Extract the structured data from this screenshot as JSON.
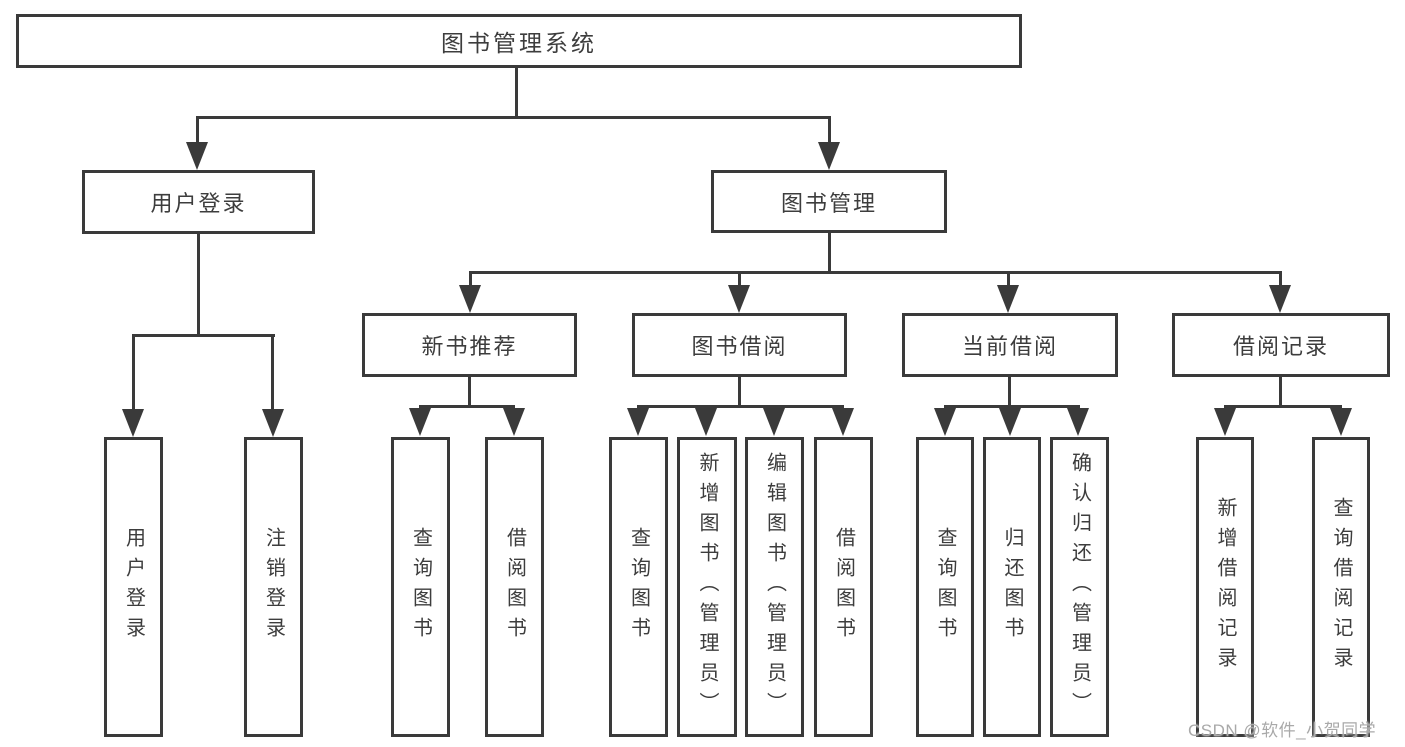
{
  "diagram": {
    "title_node": {
      "label": "图书管理系统"
    },
    "level2": [
      {
        "id": "user-login",
        "label": "用户登录"
      },
      {
        "id": "book-management",
        "label": "图书管理"
      }
    ],
    "level3": [
      {
        "id": "new-book-recommend",
        "label": "新书推荐",
        "parent": "图书管理"
      },
      {
        "id": "book-borrow",
        "label": "图书借阅",
        "parent": "图书管理"
      },
      {
        "id": "current-borrow",
        "label": "当前借阅",
        "parent": "图书管理"
      },
      {
        "id": "borrow-records",
        "label": "借阅记录",
        "parent": "图书管理"
      }
    ],
    "leaves": [
      {
        "parent": "用户登录",
        "label": "用户登录"
      },
      {
        "parent": "用户登录",
        "label": "注销登录"
      },
      {
        "parent": "新书推荐",
        "label": "查询图书"
      },
      {
        "parent": "新书推荐",
        "label": "借阅图书"
      },
      {
        "parent": "图书借阅",
        "label": "查询图书"
      },
      {
        "parent": "图书借阅",
        "label": "新增图书（管理员）"
      },
      {
        "parent": "图书借阅",
        "label": "编辑图书（管理员）"
      },
      {
        "parent": "图书借阅",
        "label": "借阅图书"
      },
      {
        "parent": "当前借阅",
        "label": "查询图书"
      },
      {
        "parent": "当前借阅",
        "label": "归还图书"
      },
      {
        "parent": "当前借阅",
        "label": "确认归还（管理员）"
      },
      {
        "parent": "借阅记录",
        "label": "新增借阅记录"
      },
      {
        "parent": "借阅记录",
        "label": "查询借阅记录"
      }
    ]
  },
  "watermark": {
    "text": "CSDN @软件_小贺同学"
  },
  "colors": {
    "line": "#3a3a3a",
    "text": "#3d3d3d",
    "watermark": "#a9a9a9",
    "background": "#ffffff"
  }
}
